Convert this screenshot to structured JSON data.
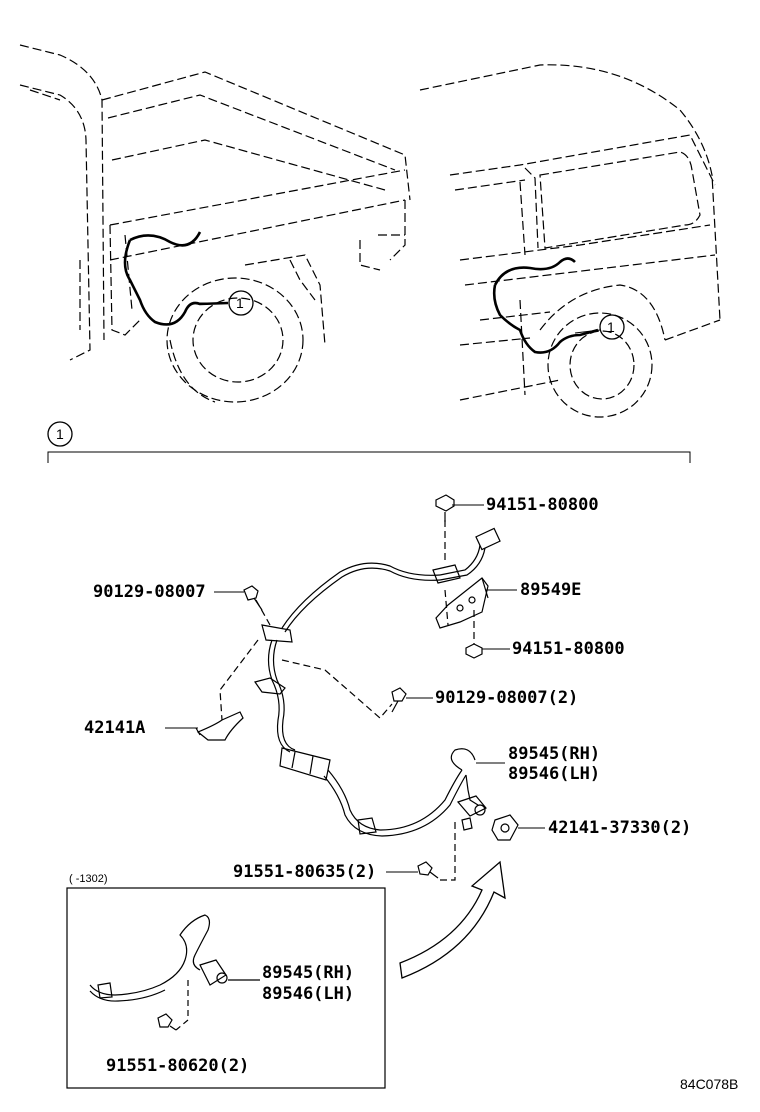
{
  "callout": {
    "marker": "1"
  },
  "parts": {
    "nut_upper": "94151-80800",
    "bolt_left": "90129-08007",
    "bracket": "89549E",
    "nut_lower": "94151-80800",
    "clamp_left": "42141A",
    "bolt_mid": "90129-08007(2)",
    "sensor_rh": "89545(RH)",
    "sensor_lh": "89546(LH)",
    "clamp_right": "42141-37330(2)",
    "bolt_lower": "91551-80635(2)"
  },
  "inset": {
    "date_range": "(    -1302)",
    "sensor_rh": "89545(RH)",
    "sensor_lh": "89546(LH)",
    "bolt": "91551-80620(2)"
  },
  "figure_code": "84C078B"
}
